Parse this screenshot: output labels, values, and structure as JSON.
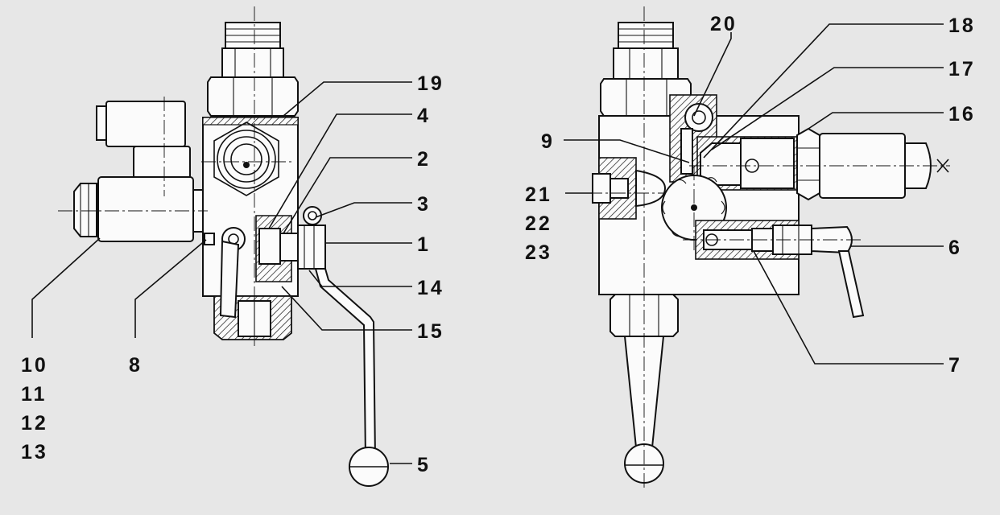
{
  "left_view": {
    "callouts": {
      "c19": "19",
      "c4": "4",
      "c2": "2",
      "c3": "3",
      "c1": "1",
      "c14": "14",
      "c15": "15",
      "c5": "5",
      "c8": "8",
      "c10": "10",
      "c11": "11",
      "c12": "12",
      "c13": "13"
    }
  },
  "right_view": {
    "callouts": {
      "c20": "20",
      "c18": "18",
      "c17": "17",
      "c16": "16",
      "c9": "9",
      "c21": "21",
      "c22": "22",
      "c23": "23",
      "c6": "6",
      "c7": "7"
    }
  }
}
